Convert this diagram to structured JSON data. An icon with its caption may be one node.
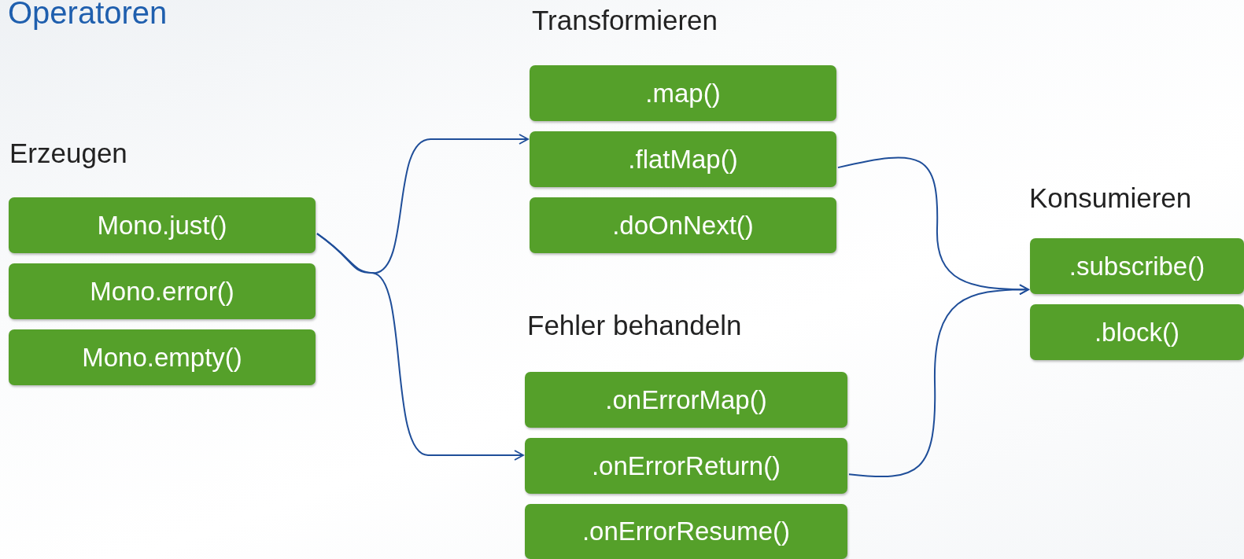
{
  "diagram": {
    "title": "Operatoren",
    "nodes": [
      {
        "text": [
          "Mono.just()"
        ]
      },
      {
        "text": [
          "Mono.error()"
        ]
      },
      {
        "text": [
          "Mono.empty()"
        ]
      },
      {
        "text": [
          ".map()"
        ]
      },
      {
        "text": [
          ".flatMap()"
        ]
      },
      {
        "text": [
          ".doOnNext()"
        ]
      },
      {
        "text": [
          ".onErrorMap()"
        ]
      },
      {
        "text": [
          ".onErrorReturn()"
        ]
      },
      {
        "text": [
          ".onErrorResume()"
        ]
      },
      {
        "text": [
          ".subscribe()"
        ]
      },
      {
        "text": [
          ".block()"
        ]
      }
    ],
    "edges": [
      {
        "from": 0,
        "to": 4,
        "arrow": "to"
      },
      {
        "from": 0,
        "to": 7,
        "arrow": "to"
      },
      {
        "from": 4,
        "to": 9,
        "arrow": "to"
      },
      {
        "from": 7,
        "to": 9,
        "arrow": "to"
      }
    ],
    "labels": [
      "Transformieren",
      "Erzeugen",
      "Konsumieren",
      "Fehler behandeln"
    ]
  }
}
